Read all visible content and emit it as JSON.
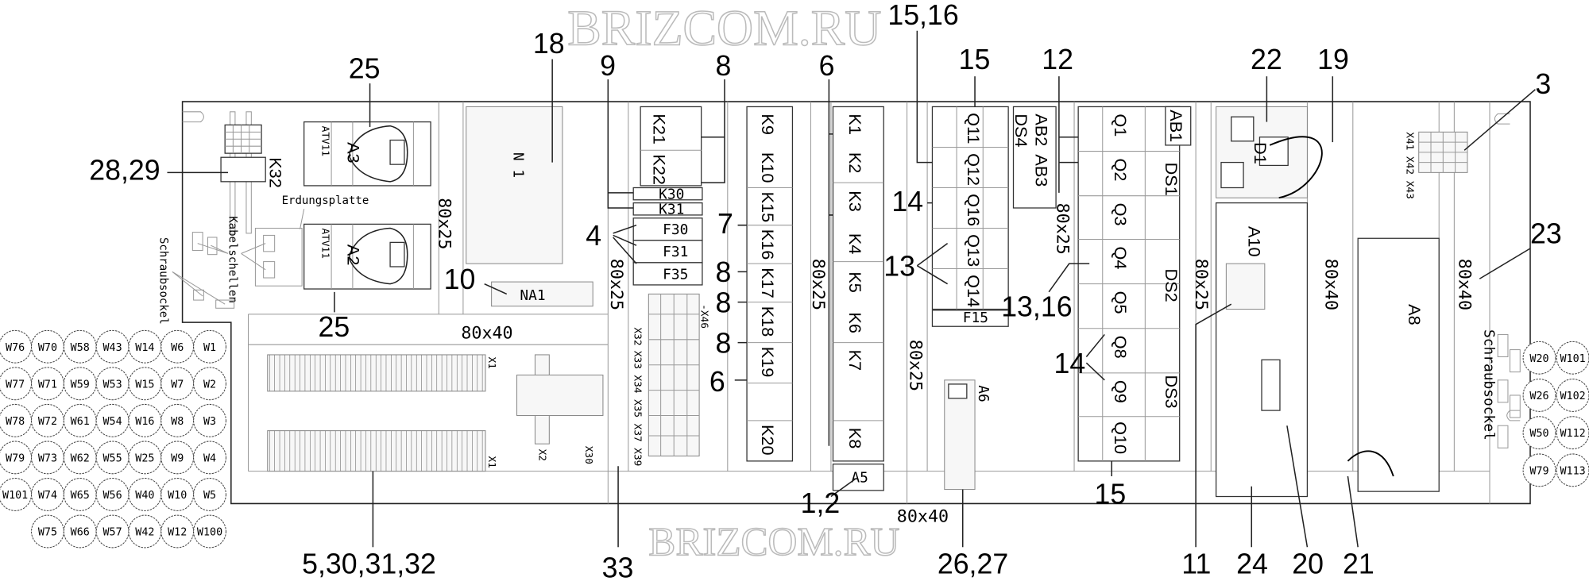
{
  "watermark": "BRIZCOM.RU",
  "callouts": [
    "18",
    "9",
    "8",
    "6",
    "15,16",
    "15",
    "12",
    "22",
    "19",
    "3",
    "25",
    "28,29",
    "4",
    "10",
    "25",
    "7",
    "8",
    "8",
    "8",
    "6",
    "14",
    "13",
    "13,16",
    "14",
    "15",
    "1,2",
    "33",
    "5,30,31,32",
    "26,27",
    "11",
    "24",
    "20",
    "21",
    "23"
  ],
  "dimensions": {
    "d1": "80x25",
    "d2": "80x40",
    "d3": "80x25",
    "d4": "80x25",
    "d5": "80x25",
    "d6": "80x25",
    "d7": "80x25",
    "d8": "80x40",
    "d9": "80x40",
    "d10": "80x40"
  },
  "components": {
    "k21": "K21",
    "k22": "K22",
    "k30": "K30",
    "k31": "K31",
    "f30": "F30",
    "f31": "F31",
    "f35": "F35",
    "k9": "K9",
    "k10": "K10",
    "k15": "K15",
    "k16": "K16",
    "k17": "K17",
    "k18": "K18",
    "k19": "K19",
    "k20": "K20",
    "k1": "K1",
    "k2": "K2",
    "k3": "K3",
    "k4": "K4",
    "k5": "K5",
    "k6": "K6",
    "k7": "K7",
    "k8": "K8",
    "a5": "A5",
    "a6": "A6",
    "q11": "Q11",
    "q12": "Q12",
    "q16": "Q16",
    "q13": "Q13",
    "q14": "Q14",
    "f15": "F15",
    "ab2": "AB2",
    "ds4": "DS4",
    "ab3": "AB3",
    "ab1": "AB1",
    "ds1": "DS1",
    "ds2": "DS2",
    "ds3": "DS3",
    "q1": "Q1",
    "q2": "Q2",
    "q3": "Q3",
    "q4": "Q4",
    "q5": "Q5",
    "q8": "Q8",
    "q9": "Q9",
    "q10": "Q10",
    "d1": "D1",
    "a10": "A10",
    "a8": "A8",
    "a3": "A3",
    "a2": "A2",
    "atv_a3": "ATV11",
    "atv_a2": "ATV11",
    "k32": "K32",
    "n1": "N 1",
    "na1": "NA1",
    "x1_top": "X1",
    "x1_bottom": "X1",
    "x2": "X2",
    "x30": "X30",
    "x32": "X32",
    "x33": "X33",
    "x34": "X34",
    "x35": "X35",
    "x37": "X37",
    "x39": "X39",
    "x46": "-X46",
    "x41_43": "X41 X42 X43"
  },
  "notes": {
    "erdungsplatte": "Erdungsplatte",
    "kabelschellen": "Kabelschellen",
    "schraubsockel_left": "Schraubsockel",
    "schraubsockel_right": "Schraubsockel"
  },
  "cable_glands_left": [
    [
      "W76",
      "W70",
      "W58",
      "W43",
      "W14",
      "W6",
      "W1"
    ],
    [
      "W77",
      "W71",
      "W59",
      "W53",
      "W15",
      "W7",
      "W2"
    ],
    [
      "W78",
      "W72",
      "W61",
      "W54",
      "W16",
      "W8",
      "W3"
    ],
    [
      "W79",
      "W73",
      "W62",
      "W55",
      "W25",
      "W9",
      "W4"
    ],
    [
      "W101",
      "W74",
      "W65",
      "W56",
      "W40",
      "W10",
      "W5"
    ],
    [
      "W75",
      "W66",
      "W57",
      "W42",
      "W12",
      "W100"
    ]
  ],
  "cable_glands_right": [
    [
      "W20",
      "W101"
    ],
    [
      "W26",
      "W102"
    ],
    [
      "W50",
      "W112"
    ],
    [
      "W79",
      "W113"
    ]
  ]
}
